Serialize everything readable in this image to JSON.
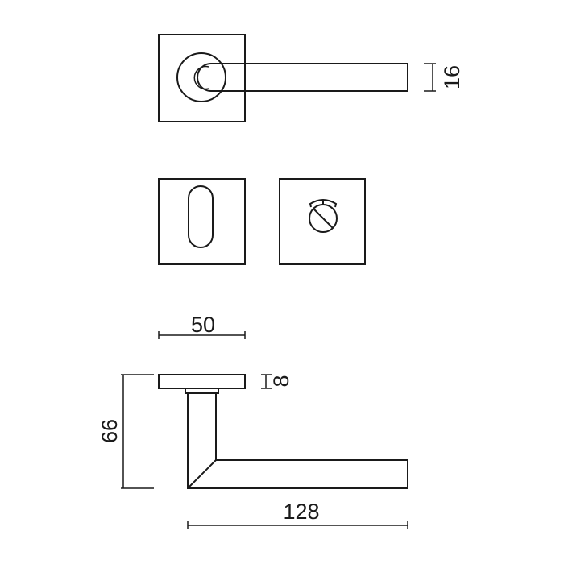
{
  "dimensions": {
    "lever_height": "16",
    "rose_width": "50",
    "rose_thickness": "8",
    "projection": "66",
    "lever_length": "128"
  },
  "colors": {
    "line": "#1a1a1a",
    "background": "#ffffff"
  }
}
